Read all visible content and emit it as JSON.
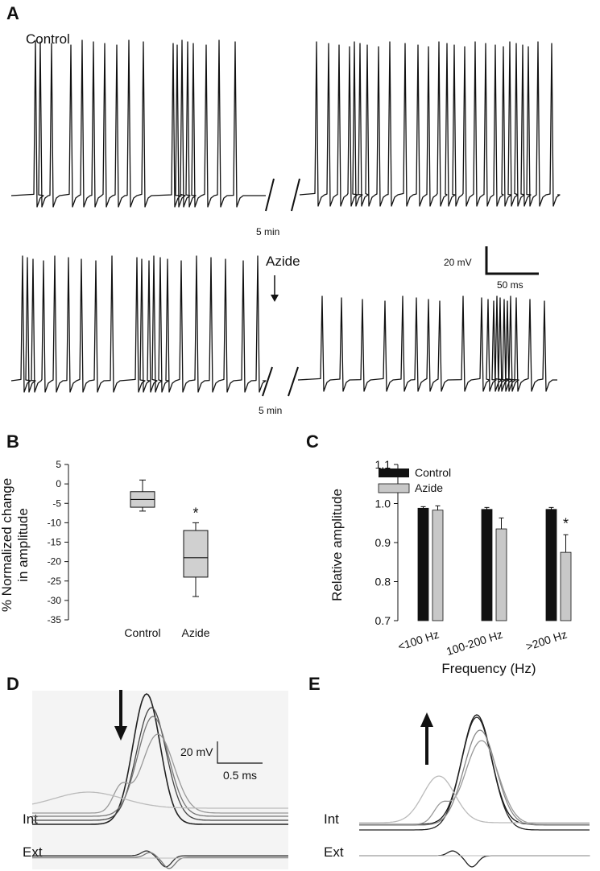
{
  "panels": {
    "a": "A",
    "b": "B",
    "c": "C",
    "d": "D",
    "e": "E"
  },
  "panel_a": {
    "control_label": "Control",
    "azide_label": "Azide",
    "gap_label_top": "5 min",
    "gap_label_bottom": "5 min",
    "scale_v": "20 mV",
    "scale_h": "50 ms"
  },
  "panel_de": {
    "scale_v": "20 mV",
    "scale_h": "0.5 ms",
    "int_label_d": "Int",
    "ext_label_d": "Ext",
    "int_label_e": "Int",
    "ext_label_e": "Ext"
  },
  "chart_data": [
    {
      "id": "B",
      "type": "box",
      "ylabel_line1": "% Normalized change",
      "ylabel_line2": "in amplitude",
      "categories": [
        "Control",
        "Azide"
      ],
      "ylim": [
        -35,
        5
      ],
      "yticks": [
        "5",
        "0",
        "-5",
        "-10",
        "-15",
        "-20",
        "-25",
        "-30",
        "-35"
      ],
      "boxes": [
        {
          "name": "Control",
          "whisker_low": -7,
          "q1": -6,
          "median": -4,
          "q3": -2,
          "whisker_high": 1
        },
        {
          "name": "Azide",
          "whisker_low": -29,
          "q1": -24,
          "median": -19,
          "q3": -12,
          "whisker_high": -10
        }
      ],
      "significance": [
        "",
        "*"
      ],
      "color": "#d0d0d0"
    },
    {
      "id": "C",
      "type": "bar",
      "ylabel": "Relative amplitude",
      "xlabel": "Frequency (Hz)",
      "categories": [
        "<100 Hz",
        "100-200 Hz",
        ">200 Hz"
      ],
      "ylim": [
        0.7,
        1.1
      ],
      "yticks": [
        "1.1",
        "1.0",
        "0.9",
        "0.8",
        "0.7"
      ],
      "series": [
        {
          "name": "Control",
          "values": [
            0.988,
            0.985,
            0.985
          ],
          "errors": [
            0.004,
            0.005,
            0.005
          ],
          "color": "#111111"
        },
        {
          "name": "Azide",
          "values": [
            0.983,
            0.935,
            0.875
          ],
          "errors": [
            0.011,
            0.028,
            0.045
          ],
          "color": "#c8c8c8"
        }
      ],
      "significance": [
        "",
        "",
        "*"
      ],
      "legend": "top-left"
    }
  ]
}
